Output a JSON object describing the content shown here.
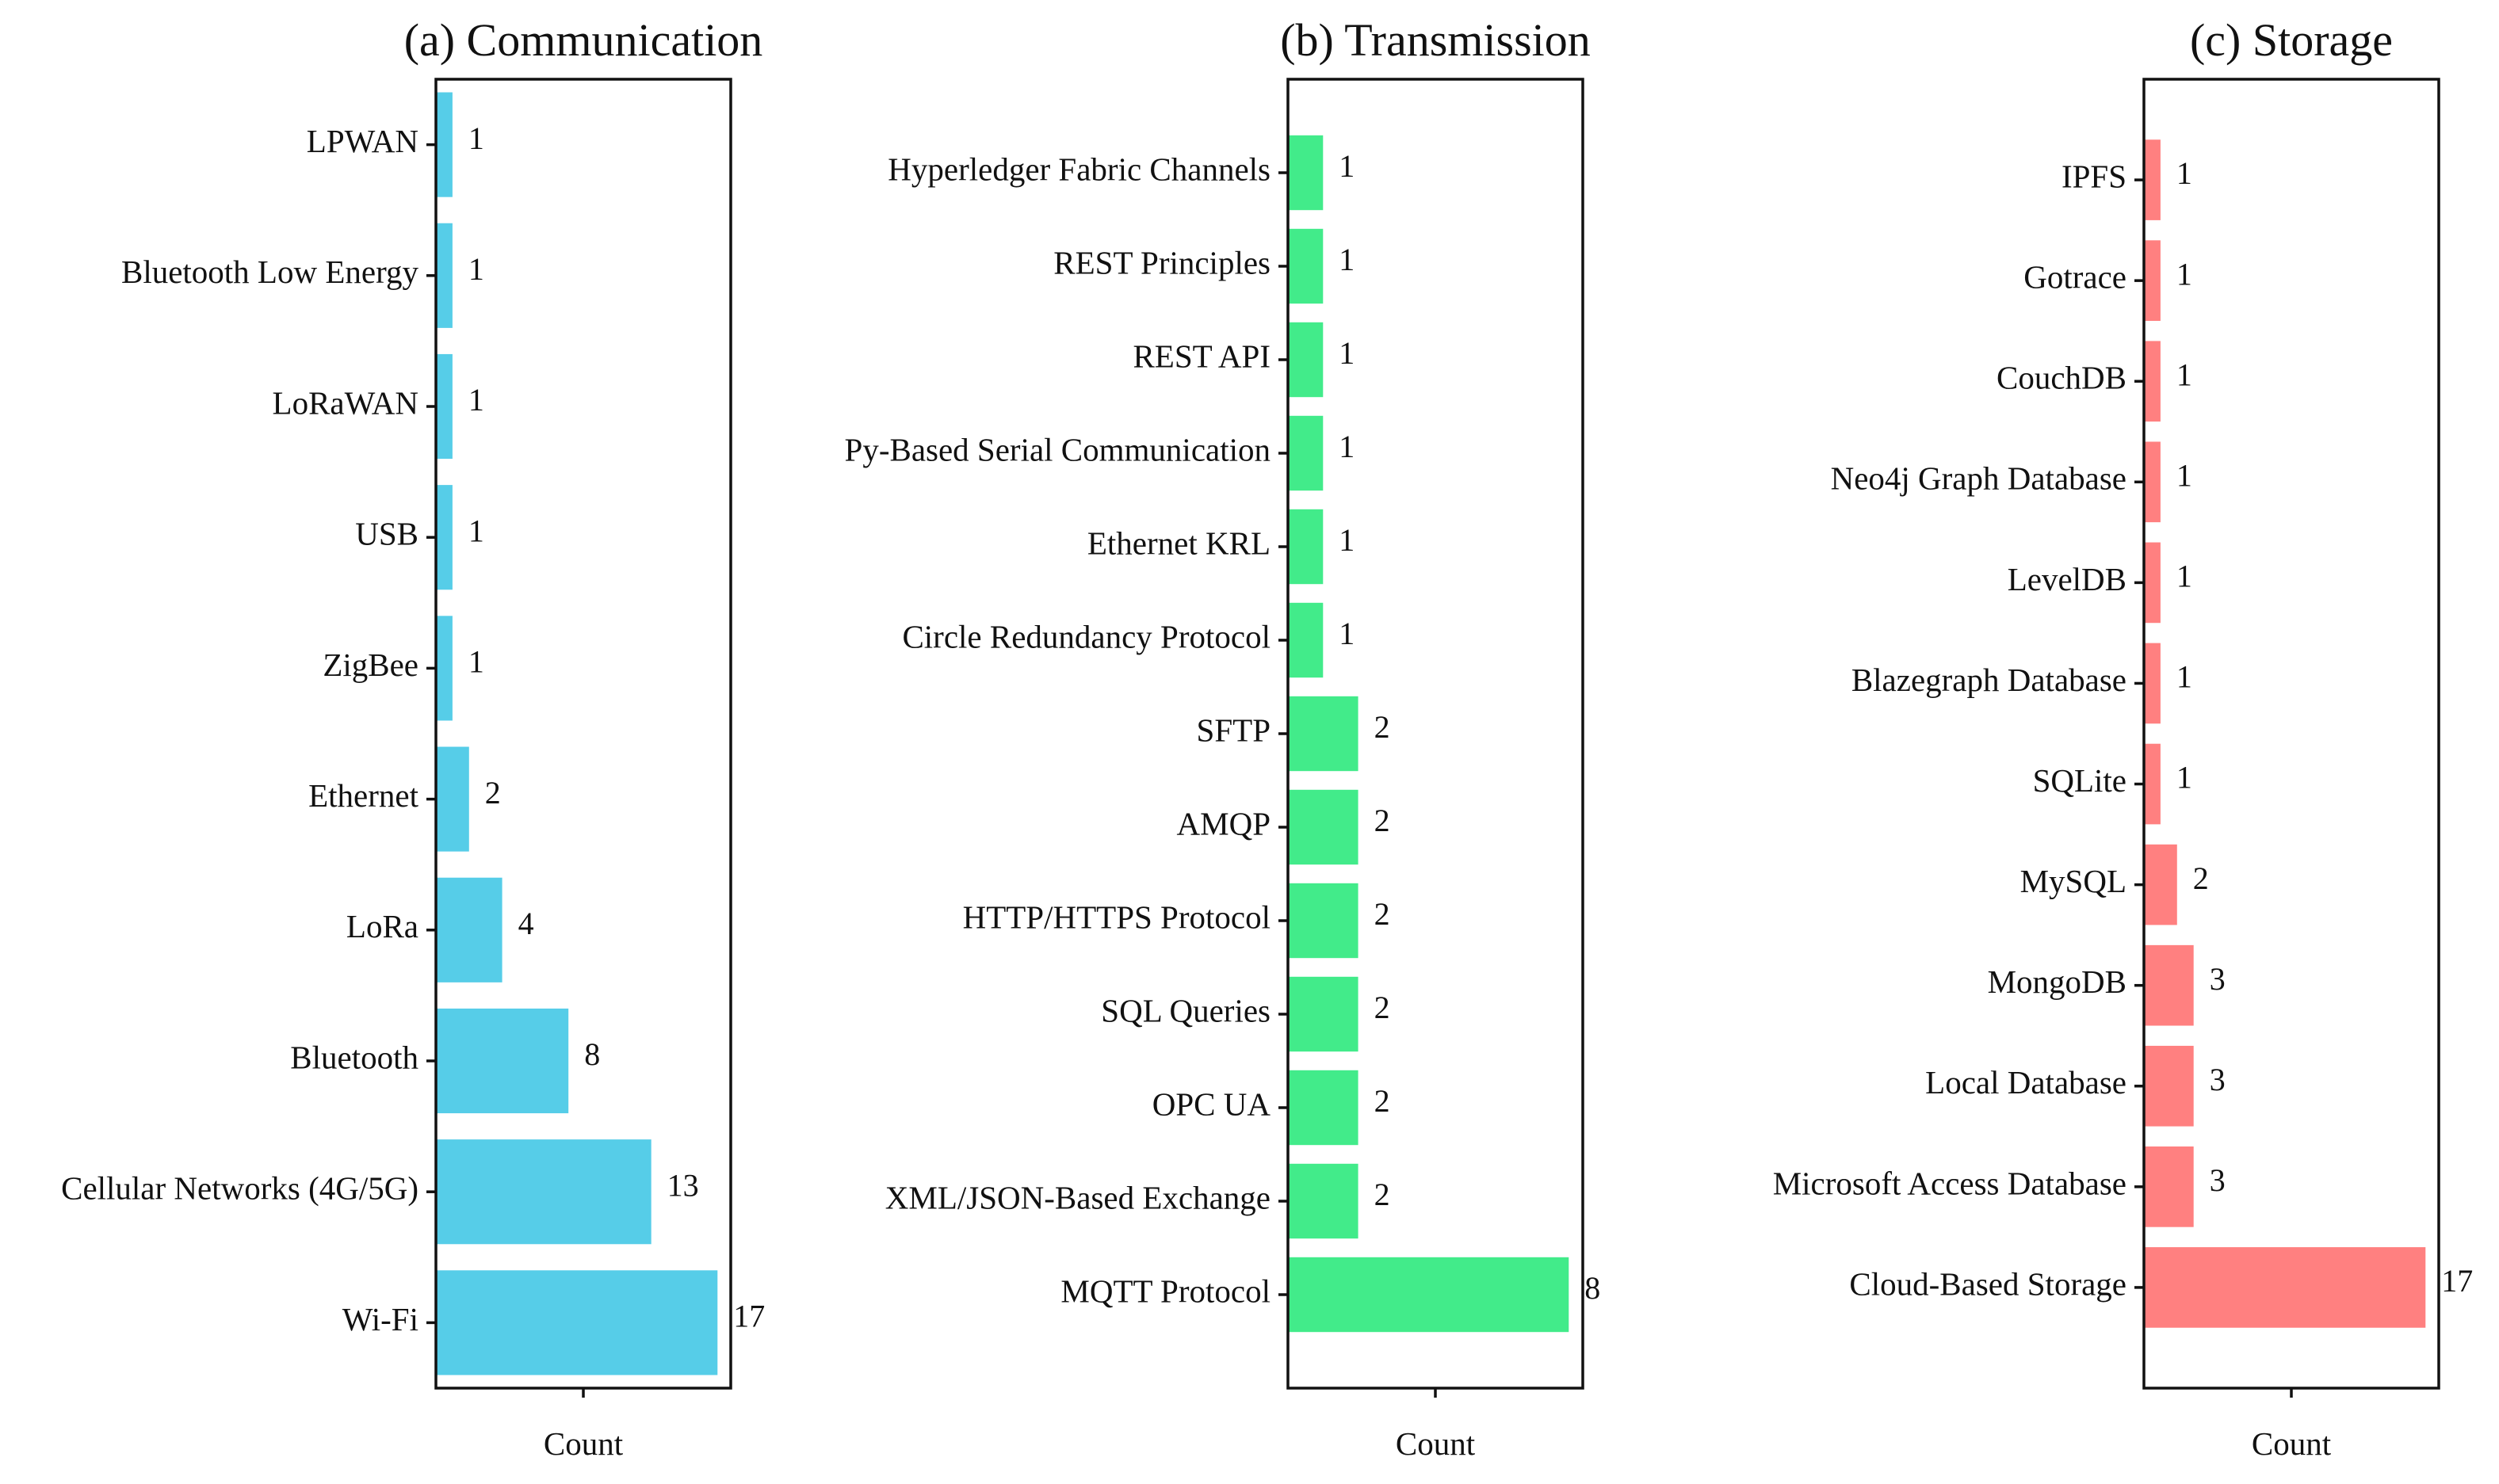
{
  "chart_data": [
    {
      "type": "bar",
      "orientation": "horizontal",
      "title": "(a) Communication",
      "xlabel": "Count",
      "color": "#56CDE8",
      "categories": [
        "LPWAN",
        "Bluetooth Low Energy",
        "LoRaWAN",
        "USB",
        "ZigBee",
        "Ethernet",
        "LoRa",
        "Bluetooth",
        "Cellular Networks (4G/5G)",
        "Wi-Fi"
      ],
      "values": [
        1,
        1,
        1,
        1,
        1,
        2,
        4,
        8,
        13,
        17
      ],
      "xlim": [
        0,
        17.8
      ]
    },
    {
      "type": "bar",
      "orientation": "horizontal",
      "title": "(b) Transmission",
      "xlabel": "Count",
      "color": "#42EB8A",
      "categories": [
        "Hyperledger Fabric Channels",
        "REST Principles",
        "REST API",
        "Py-Based Serial Communication",
        "Ethernet KRL",
        "Circle Redundancy Protocol",
        "SFTP",
        "AMQP",
        "HTTP/HTTPS Protocol",
        "SQL Queries",
        "OPC UA",
        "XML/JSON-Based Exchange",
        "MQTT Protocol"
      ],
      "values": [
        1,
        1,
        1,
        1,
        1,
        1,
        2,
        2,
        2,
        2,
        2,
        2,
        8
      ],
      "xlim": [
        0,
        8.4
      ]
    },
    {
      "type": "bar",
      "orientation": "horizontal",
      "title": "(c) Storage",
      "xlabel": "Count",
      "color": "#FF8080",
      "categories": [
        "IPFS",
        "Gotrace",
        "CouchDB",
        "Neo4j Graph Database",
        "LevelDB",
        "Blazegraph Database",
        "SQLite",
        "MySQL",
        "MongoDB",
        "Local Database",
        "Microsoft Access Database",
        "Cloud-Based Storage"
      ],
      "values": [
        1,
        1,
        1,
        1,
        1,
        1,
        1,
        2,
        3,
        3,
        3,
        17
      ],
      "xlim": [
        0,
        17.8
      ]
    }
  ]
}
